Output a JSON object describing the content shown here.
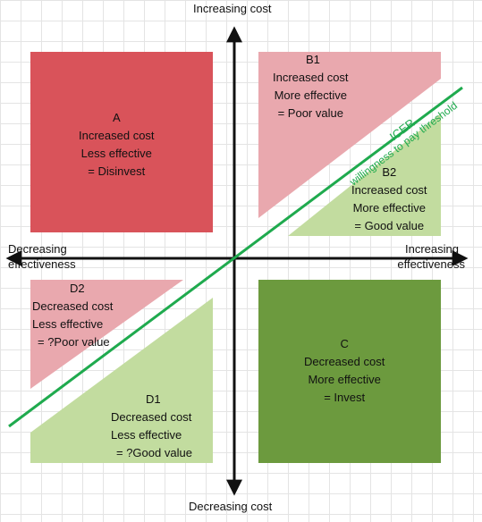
{
  "axes": {
    "top": "Increasing cost",
    "bottom": "Decreasing cost",
    "left_line1": "Decreasing",
    "left_line2": "effectiveness",
    "right_line1": "Increasing",
    "right_line2": "effectiveness"
  },
  "threshold": {
    "icer": "ICER",
    "wtp": "willingness to pay threshold",
    "color": "#1faa4e"
  },
  "quadrants": {
    "A": {
      "id": "A",
      "lines": [
        "Increased cost",
        "Less effective",
        "= Disinvest"
      ],
      "color": "#d9535a"
    },
    "B1": {
      "id": "B1",
      "lines": [
        "Increased cost",
        "More effective",
        "= Poor value"
      ],
      "color": "#e9a8ae"
    },
    "B2": {
      "id": "B2",
      "lines": [
        "Increased cost",
        "More effective",
        "= Good value"
      ],
      "color": "#c2dc9f"
    },
    "C": {
      "id": "C",
      "lines": [
        "Decreased cost",
        "More effective",
        "= Invest"
      ],
      "color": "#6c9a3e"
    },
    "D1": {
      "id": "D1",
      "lines": [
        "Decreased cost",
        "Less effective",
        "= ?Good value"
      ],
      "color": "#c2dc9f"
    },
    "D2": {
      "id": "D2",
      "lines": [
        "Decreased cost",
        "Less effective",
        "= ?Poor value"
      ],
      "color": "#e9a8ae"
    }
  }
}
